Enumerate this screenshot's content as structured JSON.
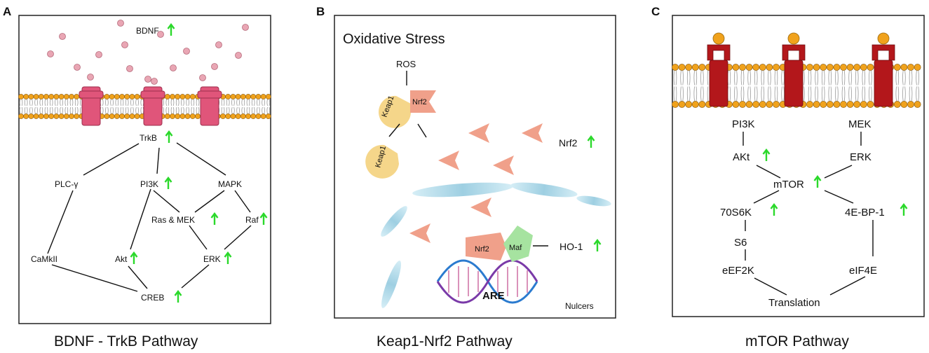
{
  "panels": {
    "a": {
      "letter": "A",
      "caption": "BDNF - TrkB Pathway",
      "nodes": {
        "bdnf": "BDNF",
        "trkb": "TrkB",
        "plc": "PLC-γ",
        "pi3k": "PI3K",
        "mapk": "MAPK",
        "ras_mek": "Ras & MEK",
        "raf": "Raf",
        "camkii": "CaMkII",
        "akt": "Akt",
        "erk": "ERK",
        "creb": "CREB"
      }
    },
    "b": {
      "letter": "B",
      "caption": "Keap1-Nrf2 Pathway",
      "title": "Oxidative Stress",
      "nodes": {
        "ros": "ROS",
        "keap1_top": "Keap1",
        "nrf2_top": "Nrf2",
        "keap1_free": "Keap1",
        "nrf2_side": "Nrf2",
        "nrf2_dna": "Nrf2",
        "maf": "Maf",
        "ho1": "HO-1",
        "are": "ARE",
        "nucleus": "Nulcers"
      }
    },
    "c": {
      "letter": "C",
      "caption": "mTOR Pathway",
      "nodes": {
        "pi3k": "PI3K",
        "mek": "MEK",
        "akt": "AKt",
        "erk": "ERK",
        "mtor": "mTOR",
        "s6k": "70S6K",
        "ebp": "4E-BP-1",
        "s6": "S6",
        "eef2k": "eEF2K",
        "eif4e": "eIF4E",
        "translation": "Translation"
      }
    }
  },
  "colors": {
    "up_arrow": "#2bd92b",
    "receptor_a": "#e0557a",
    "receptor_c": "#b3171b",
    "membrane_head": "#f0a21c",
    "ligand": "#e9a6b4",
    "keap1": "#f5d68a",
    "nrf2": "#f0a08a",
    "maf": "#a6e3a0",
    "nucleus_fiber": "#a6d6e8"
  },
  "icons": [
    "up-arrow-icon",
    "membrane-icon",
    "receptor-icon",
    "ligand-icon",
    "dna-helix-icon"
  ]
}
